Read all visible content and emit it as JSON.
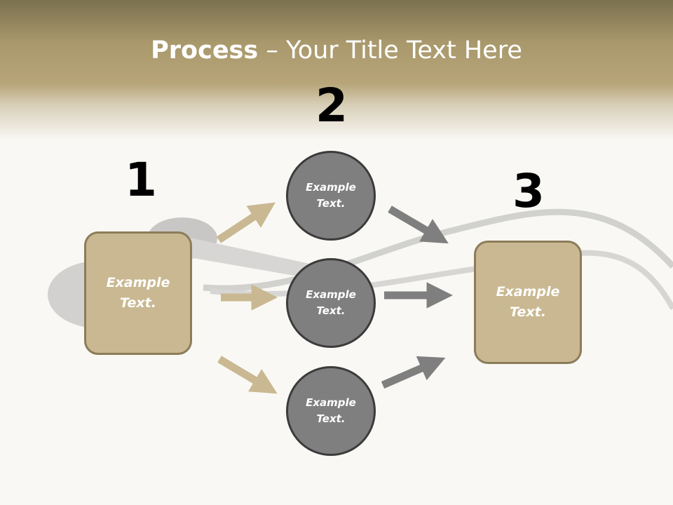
{
  "header": {
    "title_bold": "Process",
    "title_rest": " – Your Title Text Here"
  },
  "steps": {
    "step1_number": "1",
    "step2_number": "2",
    "step3_number": "3"
  },
  "nodes": {
    "left_box": [
      "Example",
      "Text."
    ],
    "circle_top": [
      "Example",
      "Text."
    ],
    "circle_middle": [
      "Example",
      "Text."
    ],
    "circle_bottom": [
      "Example",
      "Text."
    ],
    "right_box": [
      "Example",
      "Text."
    ]
  },
  "colors": {
    "box_fill": "#c9b891",
    "box_border": "#8c7c5a",
    "circle_fill": "#7f7f7f",
    "circle_border": "#3b3b3b",
    "arrow_left": "#c9b891",
    "arrow_right": "#7f7f7f"
  }
}
